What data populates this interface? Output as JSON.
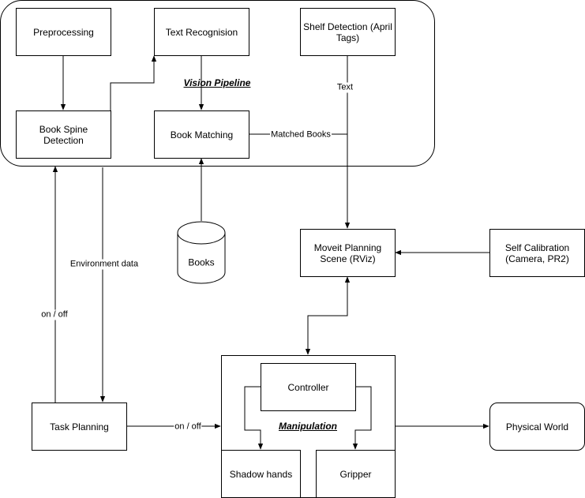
{
  "vision_pipeline": {
    "title": "Vision Pipeline",
    "preprocessing": "Preprocessing",
    "text_recognition": "Text Recognision",
    "shelf_detection": "Shelf Detection (April Tags)",
    "book_spine_detection": "Book Spine Detection",
    "book_matching": "Book Matching"
  },
  "books_db": "Books",
  "moveit_scene": "Moveit Planning Scene (RViz)",
  "self_calibration": "Self Calibration (Camera, PR2)",
  "task_planning": "Task Planning",
  "manipulation": {
    "title": "Manipulation",
    "controller": "Controller",
    "shadow_hands": "Shadow hands",
    "gripper": "Gripper"
  },
  "physical_world": "Physical World",
  "edge_labels": {
    "text": "Text",
    "matched_books": "Matched Books",
    "environment_data": "Environment data",
    "on_off_vertical": "on / off",
    "on_off_horizontal": "on / off"
  }
}
